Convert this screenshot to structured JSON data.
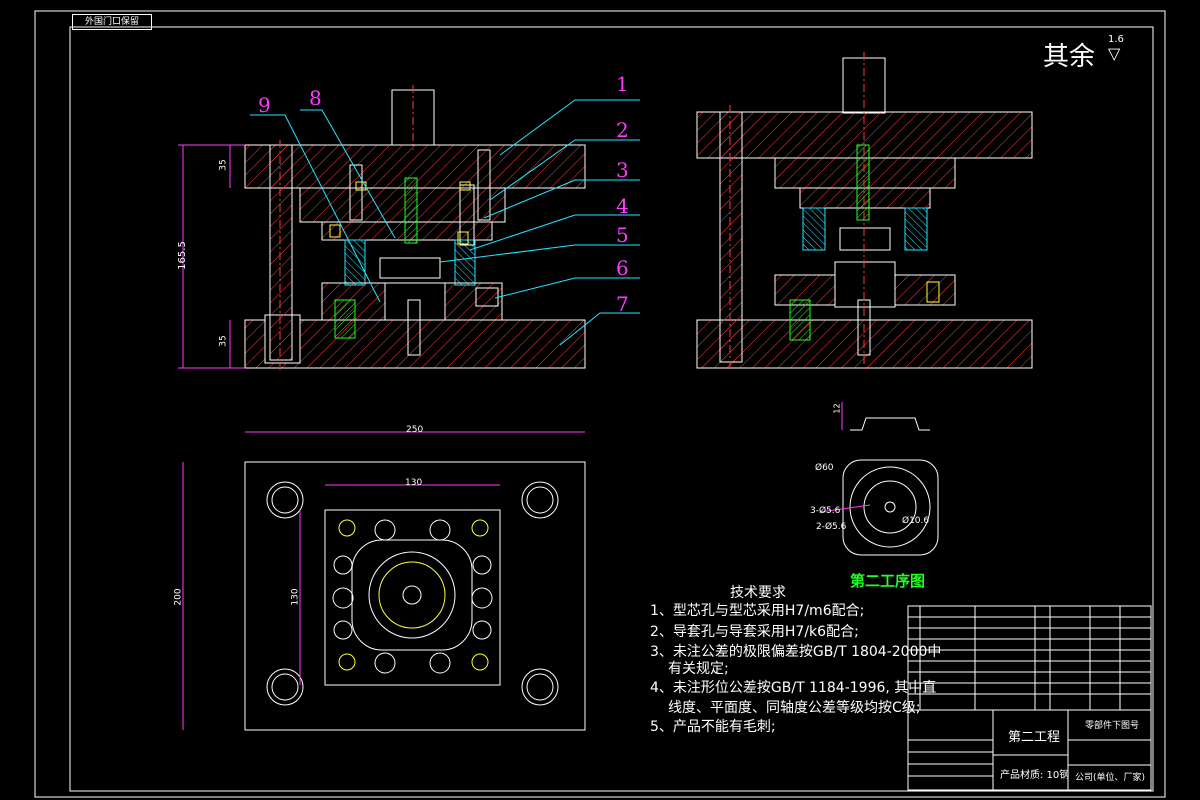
{
  "corner_tag": "外国门口保留",
  "roughness": {
    "label": "其余",
    "value": "1.6"
  },
  "part_numbers": [
    "1",
    "2",
    "3",
    "4",
    "5",
    "6",
    "7",
    "8",
    "9"
  ],
  "dims": {
    "height_total": "165.5",
    "top_plate": "35",
    "bottom_plate": "35",
    "width_250": "250",
    "width_130": "130",
    "height_200": "200",
    "height_130": "130",
    "part_height": "12",
    "d60": "Ø60",
    "holes_3": "3-Ø5.6",
    "holes_2": "2-Ø5.6",
    "d10": "Ø10.6"
  },
  "process_title": "第二工序图",
  "requirements": {
    "title": "技术要求",
    "items": [
      "1、型芯孔与型芯采用H7/m6配合;",
      "2、导套孔与导套采用H7/k6配合;",
      "3、未注公差的极限偏差按GB/T 1804-2000中",
      "有关规定;",
      "4、未注形位公差按GB/T 1184-1996, 其中直",
      "线度、平面度、同轴度公差等级均按C级;",
      "5、产品不能有毛刺;"
    ]
  },
  "title_block": {
    "name": "第二工程",
    "product_material": "产品材质: 10钢",
    "drawing_no": "零部件下图号",
    "company": "公司(单位、厂家)"
  },
  "colors": {
    "background": "#000000",
    "outline": "#ffffff",
    "hatch": "#ff3a3a",
    "dimension": "#ff3bff",
    "leader": "#25e6ff",
    "green": "#21ff21",
    "yellow": "#ffff33",
    "cyan": "#25e6ff"
  }
}
